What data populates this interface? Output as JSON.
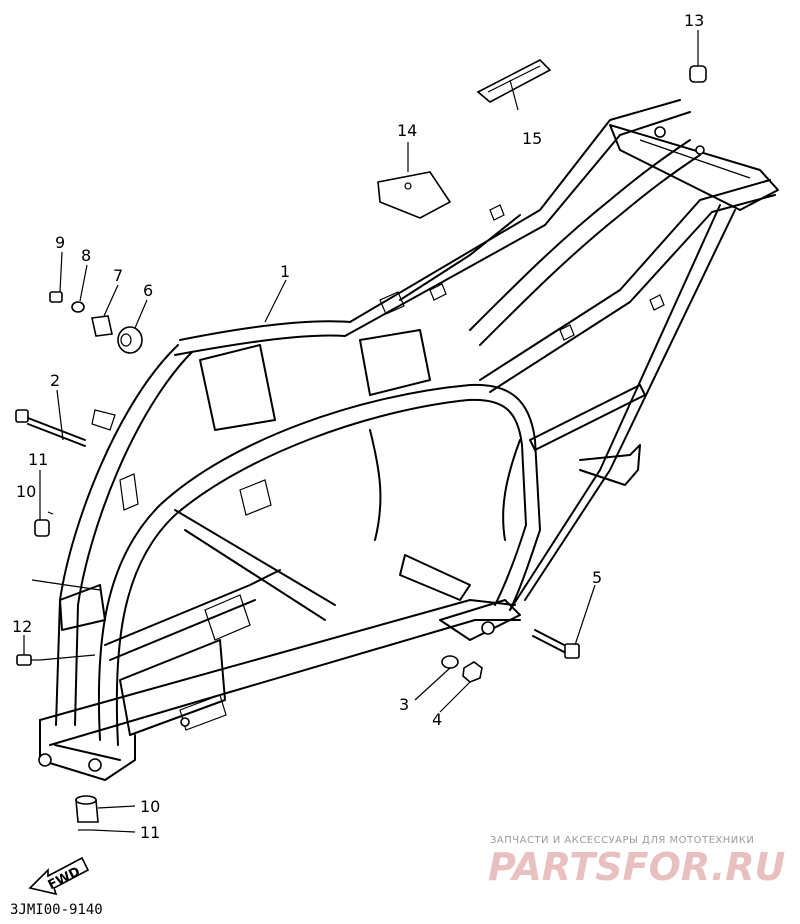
{
  "diagram": {
    "code": "3JMI00-9140",
    "fwd_label": "FWD",
    "callouts": [
      {
        "id": "1",
        "label": "1"
      },
      {
        "id": "2",
        "label": "2"
      },
      {
        "id": "3",
        "label": "3"
      },
      {
        "id": "4",
        "label": "4"
      },
      {
        "id": "5",
        "label": "5"
      },
      {
        "id": "6",
        "label": "6"
      },
      {
        "id": "7",
        "label": "7"
      },
      {
        "id": "8",
        "label": "8"
      },
      {
        "id": "9",
        "label": "9"
      },
      {
        "id": "10a",
        "label": "10"
      },
      {
        "id": "11a",
        "label": "11"
      },
      {
        "id": "12",
        "label": "12"
      },
      {
        "id": "13",
        "label": "13"
      },
      {
        "id": "14",
        "label": "14"
      },
      {
        "id": "15",
        "label": "15"
      },
      {
        "id": "10b",
        "label": "10"
      },
      {
        "id": "11b",
        "label": "11"
      }
    ]
  },
  "watermark": {
    "tagline": "ЗАПЧАСТИ И АКСЕССУАРЫ ДЛЯ МОТОТЕХНИКИ",
    "logo": "PARTSFOR.RU"
  }
}
